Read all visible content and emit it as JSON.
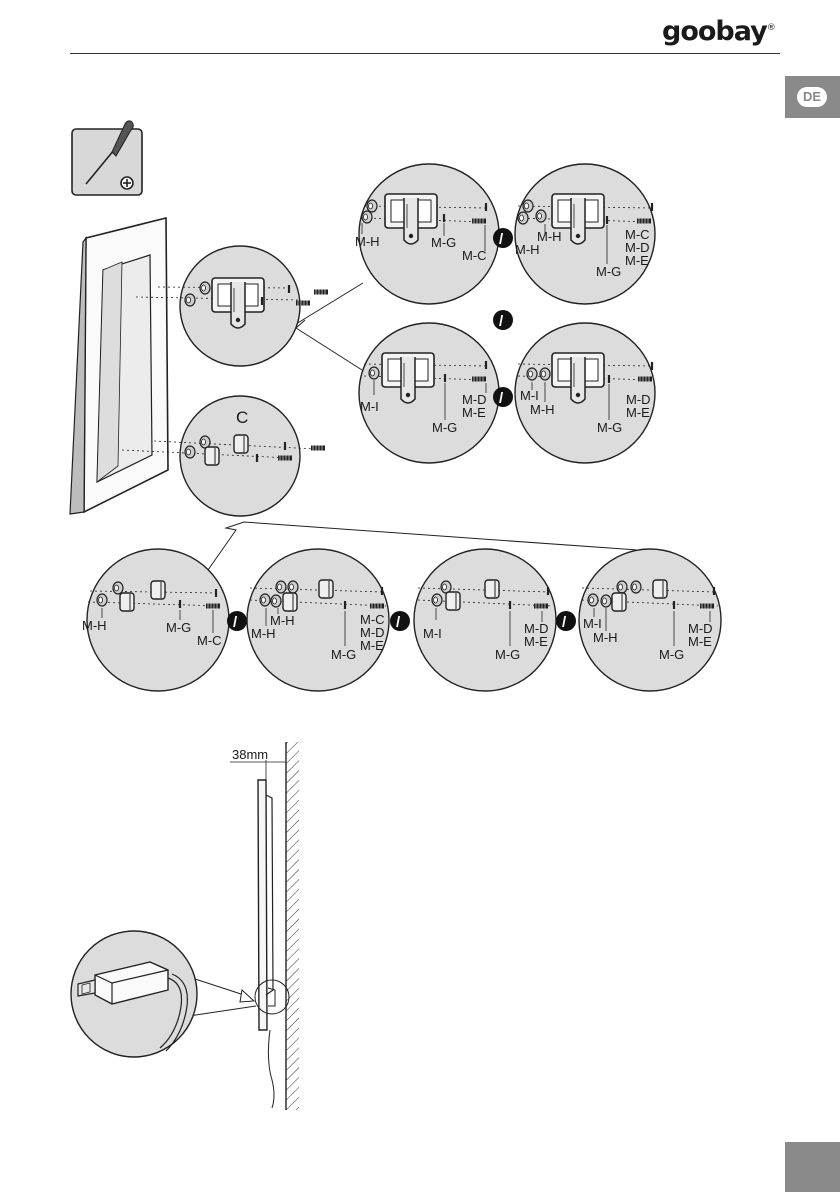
{
  "header": {
    "brand": "goobay",
    "brand_mark": "®"
  },
  "language_tab": {
    "label": "DE"
  },
  "tool": {
    "icon": "phillips-screwdriver-icon"
  },
  "labels": {
    "mh": "M-H",
    "mg": "M-G",
    "mc": "M-C",
    "md": "M-D",
    "me": "M-E",
    "mi": "M-I",
    "c": "C",
    "or": "/"
  },
  "dimension": {
    "wall_distance": "38mm"
  },
  "colors": {
    "circle_fill": "#dcdcdc",
    "tab_gray": "#8a8a8a",
    "ink": "#1a1a1a"
  }
}
